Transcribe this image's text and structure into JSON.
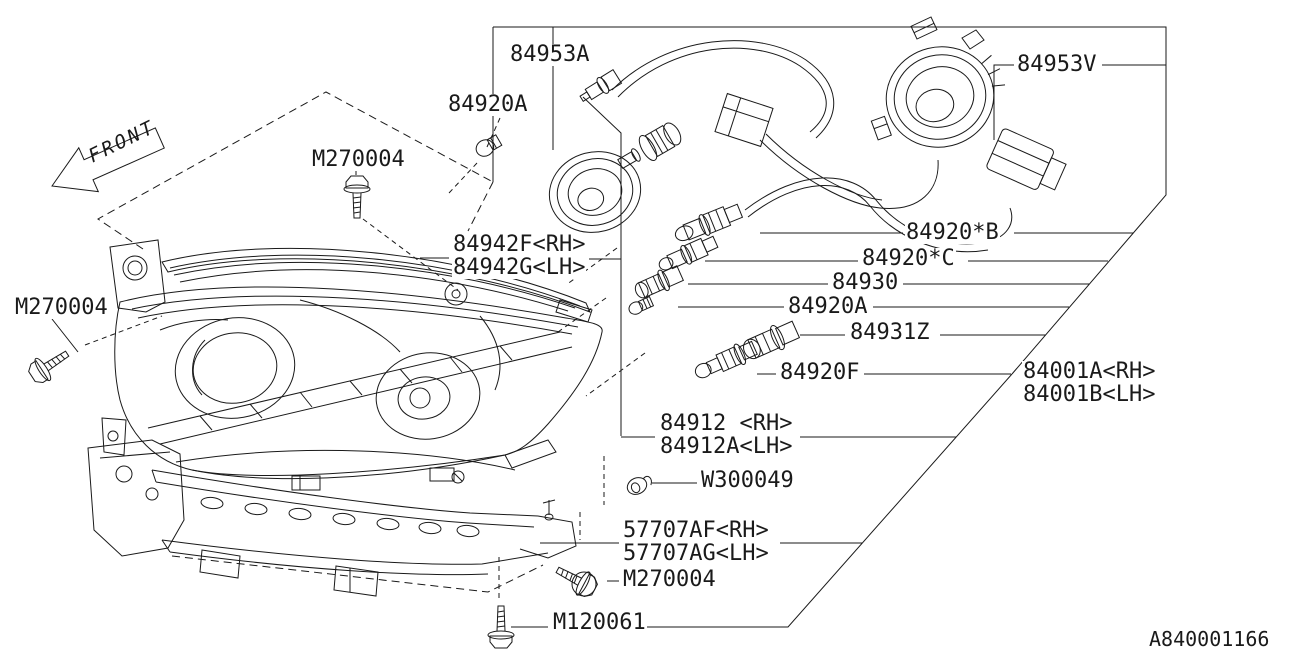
{
  "diagram": {
    "drawing_number": "A840001166",
    "direction_label": "FRONT",
    "colors": {
      "line": "#1a1a1a",
      "background": "#ffffff"
    },
    "part_labels": {
      "p84953A": "84953A",
      "p84920A_top": "84920A",
      "p84953V": "84953V",
      "m270004": "M270004",
      "p84942F": "84942F<RH>",
      "p84942G": "84942G<LH>",
      "p84920B": "84920*B",
      "p84920C": "84920*C",
      "p84930": "84930",
      "p84920A_mid": "84920A",
      "p84931Z": "84931Z",
      "p84920F": "84920F",
      "p84001A": "84001A<RH>",
      "p84001B": "84001B<LH>",
      "p84912": "84912 <RH>",
      "p84912A": "84912A<LH>",
      "pW300049": "W300049",
      "p57707AF": "57707AF<RH>",
      "p57707AG": "57707AG<LH>",
      "m120061": "M120061"
    }
  }
}
